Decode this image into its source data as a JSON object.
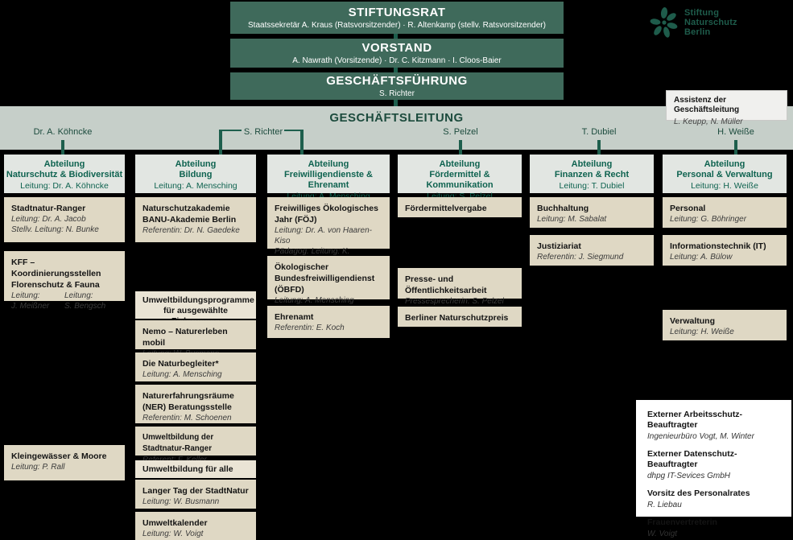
{
  "logo": {
    "icon": "leaf-rosette-icon",
    "line1": "Stiftung",
    "line2": "Naturschutz",
    "line3": "Berlin"
  },
  "top_boxes": [
    {
      "title": "STIFTUNGSRAT",
      "subtitle": "Staatssekretär A. Kraus (Ratsvorsitzender) · R. Altenkamp (stellv. Ratsvorsitzender)"
    },
    {
      "title": "VORSTAND",
      "subtitle": "A. Nawrath (Vorsitzende) · Dr. C. Kitzmann · I. Cloos-Baier"
    },
    {
      "title": "GESCHÄFTSFÜHRUNG",
      "subtitle": "S. Richter"
    }
  ],
  "management_band": {
    "title": "GESCHÄFTSLEITUNG",
    "members": [
      "Dr. A. Köhncke",
      "S. Richter",
      "S. Pelzel",
      "T. Dubiel",
      "H. Weiße"
    ]
  },
  "assistenz": {
    "title": "Assistenz der Geschäftsleitung",
    "names": "L. Keupp, N. Müller"
  },
  "departments": [
    {
      "header": {
        "label": "Abteilung",
        "name": "Naturschutz & Biodiversität",
        "leitung": "Leitung: Dr. A. Köhncke"
      },
      "boxes": [
        {
          "title": "Stadtnatur-Ranger",
          "sub1": "Leitung: Dr. A. Jacob",
          "sub2": "Stellv. Leitung: N. Bunke"
        },
        {
          "title": "KFF – Koordinierungsstellen Florenschutz  & Fauna",
          "left_label": "Leitung:",
          "left_name": "J. Meißner",
          "right_label": "Leitung:",
          "right_name": "S. Bengsch"
        },
        {
          "title": "Kleingewässer & Moore",
          "sub1": "Leitung: P. Rall"
        }
      ]
    },
    {
      "header": {
        "label": "Abteilung",
        "name": "Bildung",
        "leitung": "Leitung: A. Mensching"
      },
      "boxes": [
        {
          "title": "Naturschutzakademie BANU-Akademie Berlin",
          "sub1": "Referentin: Dr. N. Gaedeke"
        }
      ],
      "group1": {
        "header": "Umweltbildungsprogramme für ausgewählte Zielgruppen",
        "items": [
          {
            "title": "Nemo – Naturerleben mobil",
            "sub1": "Leitung: W. Busmann"
          },
          {
            "title": "Die Naturbegleiter*",
            "sub1": "Leitung: A. Mensching"
          },
          {
            "title": "Naturerfahrungsräume (NER) Beratungsstelle",
            "sub1": "Referentin: M. Schoenen"
          },
          {
            "title": "Umweltbildung der Stadtnatur-Ranger",
            "sub1": "Referent: F. Keller"
          }
        ]
      },
      "group2": {
        "header": "Umweltbildung für alle",
        "items": [
          {
            "title": "Langer Tag der StadtNatur",
            "sub1": "Leitung: W. Busmann"
          },
          {
            "title": "Umweltkalender",
            "sub1": "Leitung: W. Voigt"
          }
        ]
      }
    },
    {
      "header": {
        "label": "Abteilung",
        "name": "Freiwilligendienste & Ehrenamt",
        "leitung": "Leitung: A. Mensching"
      },
      "boxes": [
        {
          "title": "Freiwilliges Ökologisches Jahr (FÖJ)",
          "sub1": "Leitung: Dr. A. von Haaren-Kiso",
          "sub2": "Pädagog. Leitung: K. Hoffmann"
        },
        {
          "title": "Ökologischer Bundesfreiwilligen­dienst (ÖBFD)",
          "sub1": "Leitung: A. Mensching"
        },
        {
          "title": "Ehrenamt",
          "sub1": "Referentin: E. Koch"
        }
      ]
    },
    {
      "header": {
        "label": "Abteilung",
        "name": "Fördermittel & Kommunikation",
        "leitung": "Leitung: S. Pelzel"
      },
      "boxes": [
        {
          "title": "Fördermittelvergabe"
        },
        {
          "title": "Presse- und Öffentlichkeitsarbeit",
          "sub1": "Pressesprecherin: S. Pelzel"
        },
        {
          "title": "Berliner Naturschutzpreis"
        }
      ]
    },
    {
      "header": {
        "label": "Abteilung",
        "name": "Finanzen & Recht",
        "leitung": "Leitung: T. Dubiel"
      },
      "boxes": [
        {
          "title": "Buchhaltung",
          "sub1": "Leitung: M. Sabalat"
        },
        {
          "title": "Justiziariat",
          "sub1": "Referentin: J. Siegmund"
        }
      ]
    },
    {
      "header": {
        "label": "Abteilung",
        "name": "Personal & Verwaltung",
        "leitung": "Leitung: H. Weiße"
      },
      "boxes": [
        {
          "title": "Personal",
          "sub1": "Leitung: G. Böhringer"
        },
        {
          "title": "Informationstechnik (IT)",
          "sub1": "Leitung: A. Bülow"
        },
        {
          "title": "Verwaltung",
          "sub1": "Leitung: H. Weiße"
        }
      ]
    }
  ],
  "external": {
    "entries": [
      {
        "title": "Externer Arbeitsschutz-Beauftragter",
        "subtitle": "Ingenieurbüro Vogt, M. Winter"
      },
      {
        "title": "Externer Datenschutz-Beauftragter",
        "subtitle": "dhpg IT-Sevices GmbH"
      },
      {
        "title": "Vorsitz des Personalrates",
        "subtitle": "R. Liebau"
      },
      {
        "title": "Frauenvertreterin",
        "subtitle": "W. Voigt"
      }
    ]
  },
  "colors": {
    "dark_green_box": "#3F6A5B",
    "connector_green": "#1E5F4D",
    "band_bg": "#C6CFC9",
    "band_text": "#1C4B3D",
    "dept_header_bg": "#E2E6E2",
    "dept_header_text": "#0F6350",
    "content_box_bg": "#DFD8C4",
    "group_header_bg": "#EAE4D5",
    "logo_green": "#1E5C4B",
    "page_bg": "#000000"
  }
}
